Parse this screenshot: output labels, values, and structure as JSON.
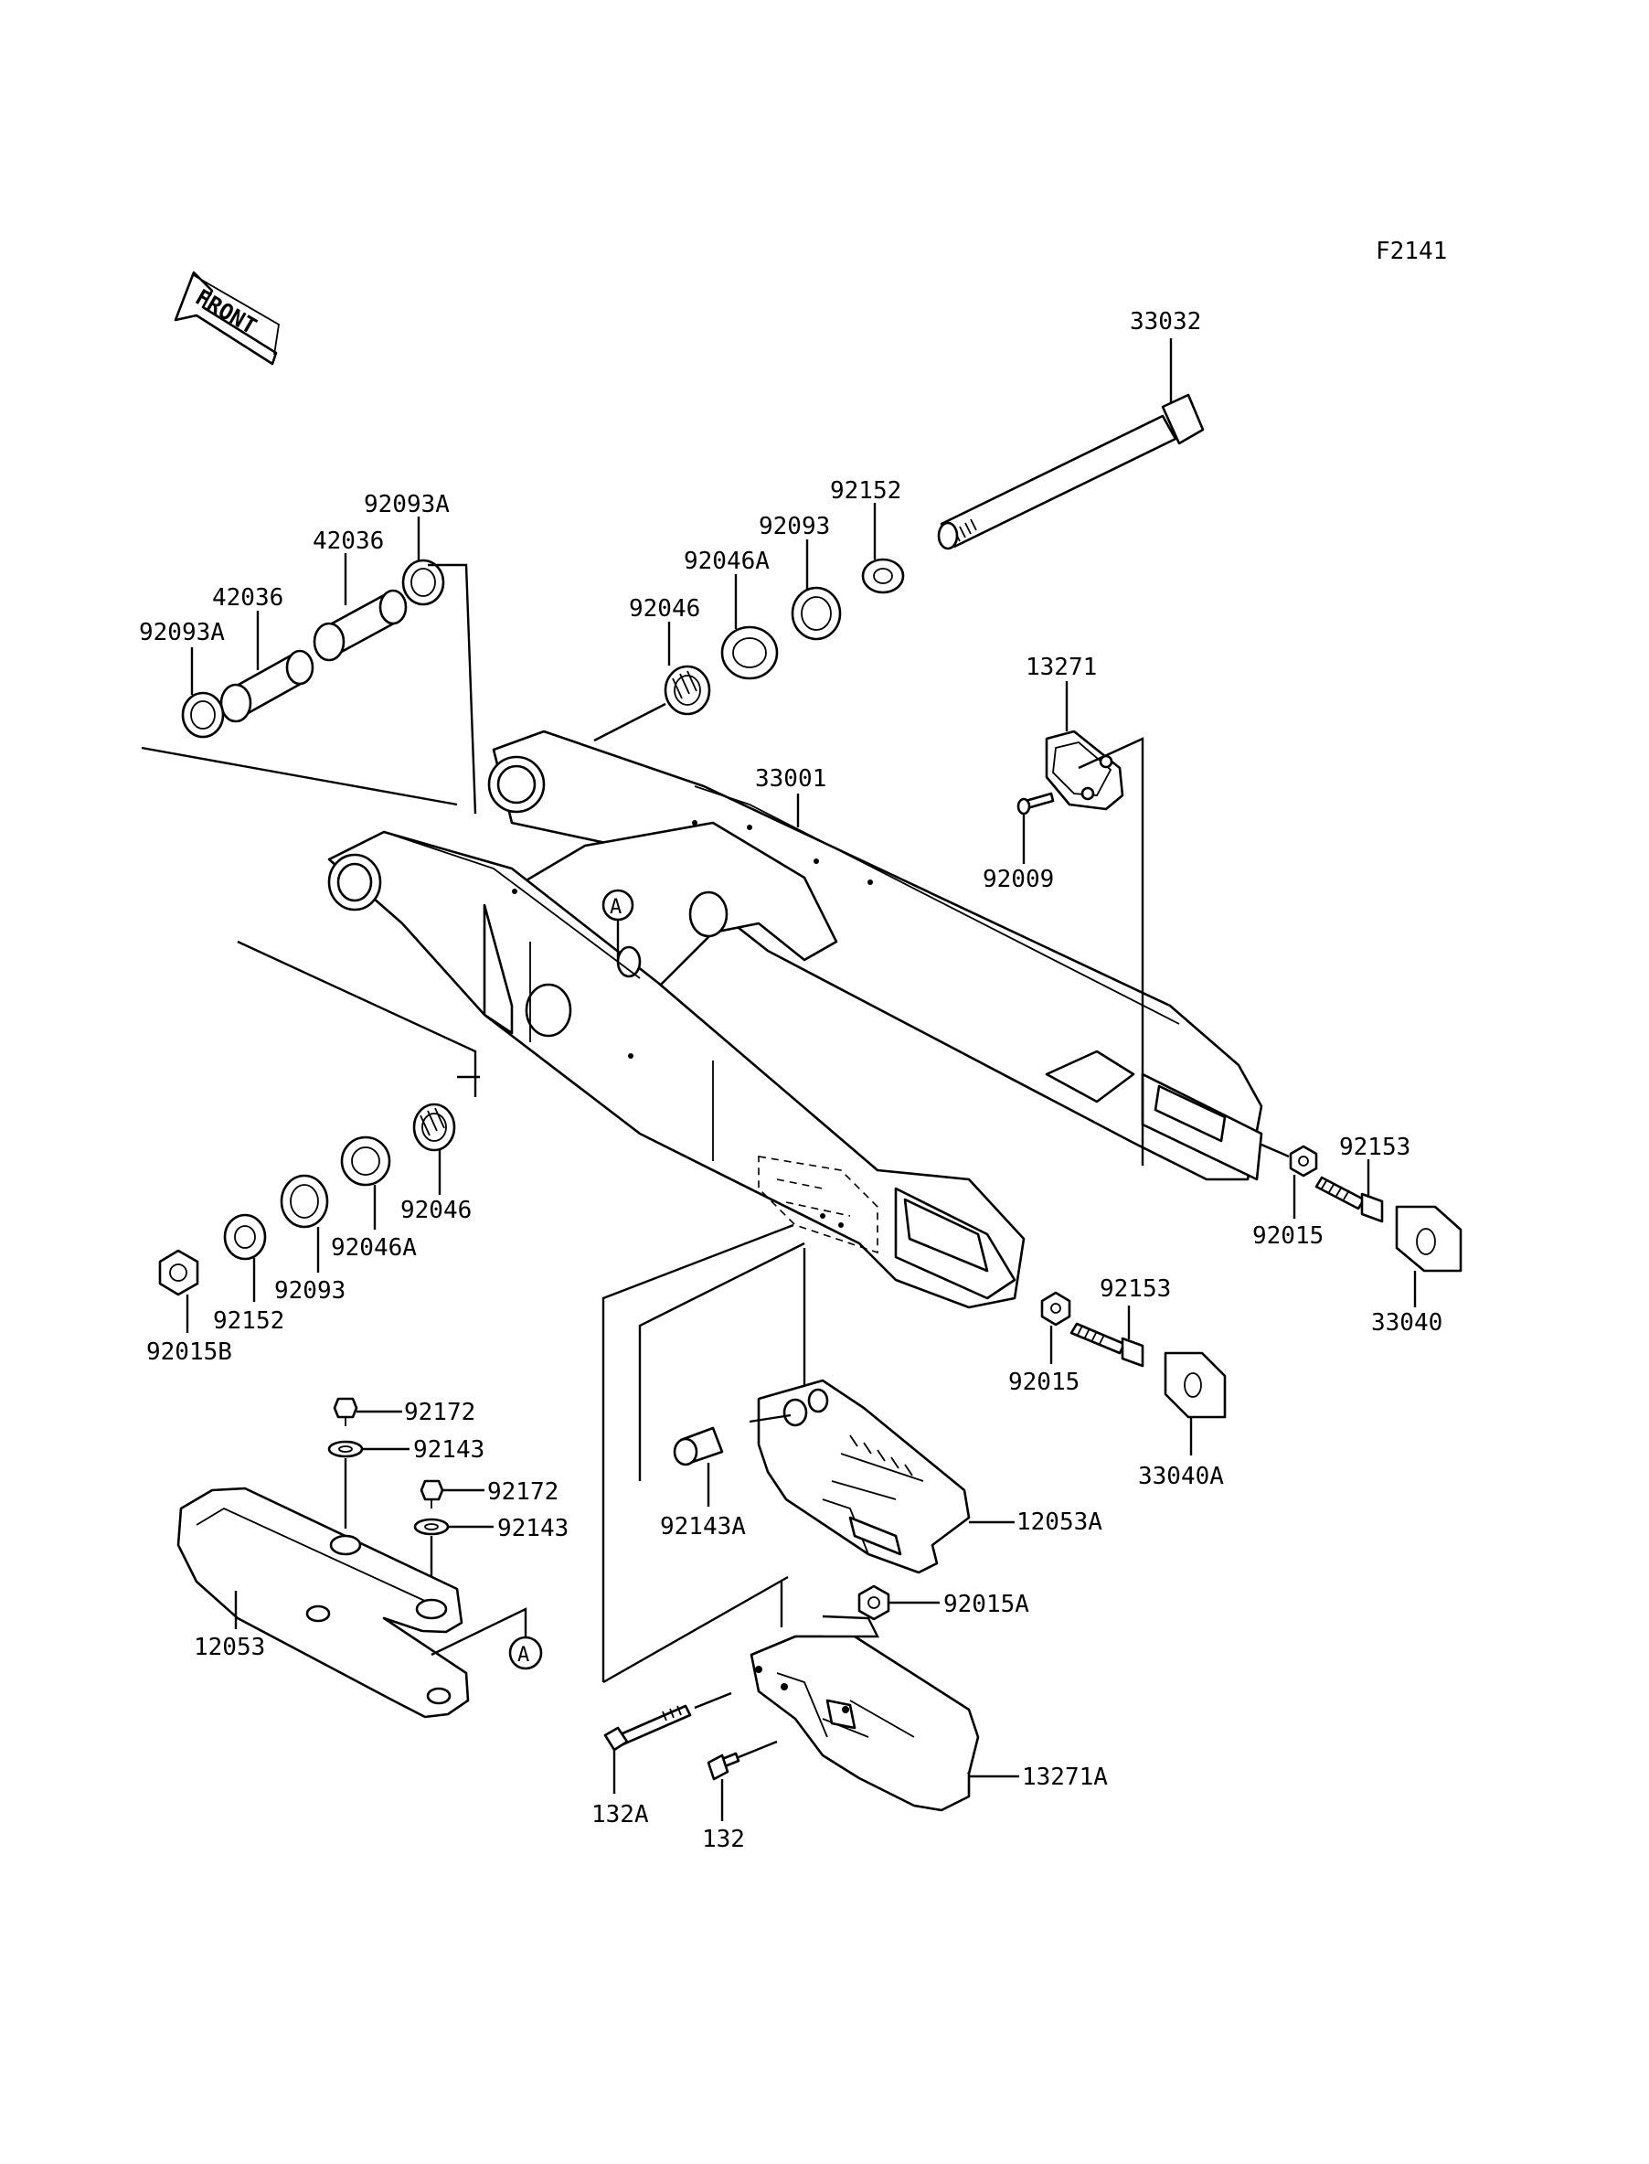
{
  "diagram": {
    "code": "F2141",
    "front_label": "FRONT",
    "callout_marker": "A",
    "callouts": {
      "p33032": "33032",
      "p92152_top": "92152",
      "p92093_top": "92093",
      "p92046A_top": "92046A",
      "p92046_top": "92046",
      "p92093A_top": "92093A",
      "p42036_top": "42036",
      "p42036_b": "42036",
      "p92093A_b": "92093A",
      "p13271": "13271",
      "p33001": "33001",
      "p92009": "92009",
      "p92153_r": "92153",
      "p92015_r": "92015",
      "p33040": "33040",
      "p92046_bot": "92046",
      "p92046A_bot": "92046A",
      "p92093_bot": "92093",
      "p92152_bot": "92152",
      "p92015B": "92015B",
      "p92153_m": "92153",
      "p92015_m": "92015",
      "p33040A": "33040A",
      "p92172_a": "92172",
      "p92143_a": "92143",
      "p92172_b": "92172",
      "p92143_b": "92143",
      "p12053": "12053",
      "p92143A": "92143A",
      "p12053A": "12053A",
      "p92015A": "92015A",
      "p13271A": "13271A",
      "p132A": "132A",
      "p132": "132"
    }
  }
}
